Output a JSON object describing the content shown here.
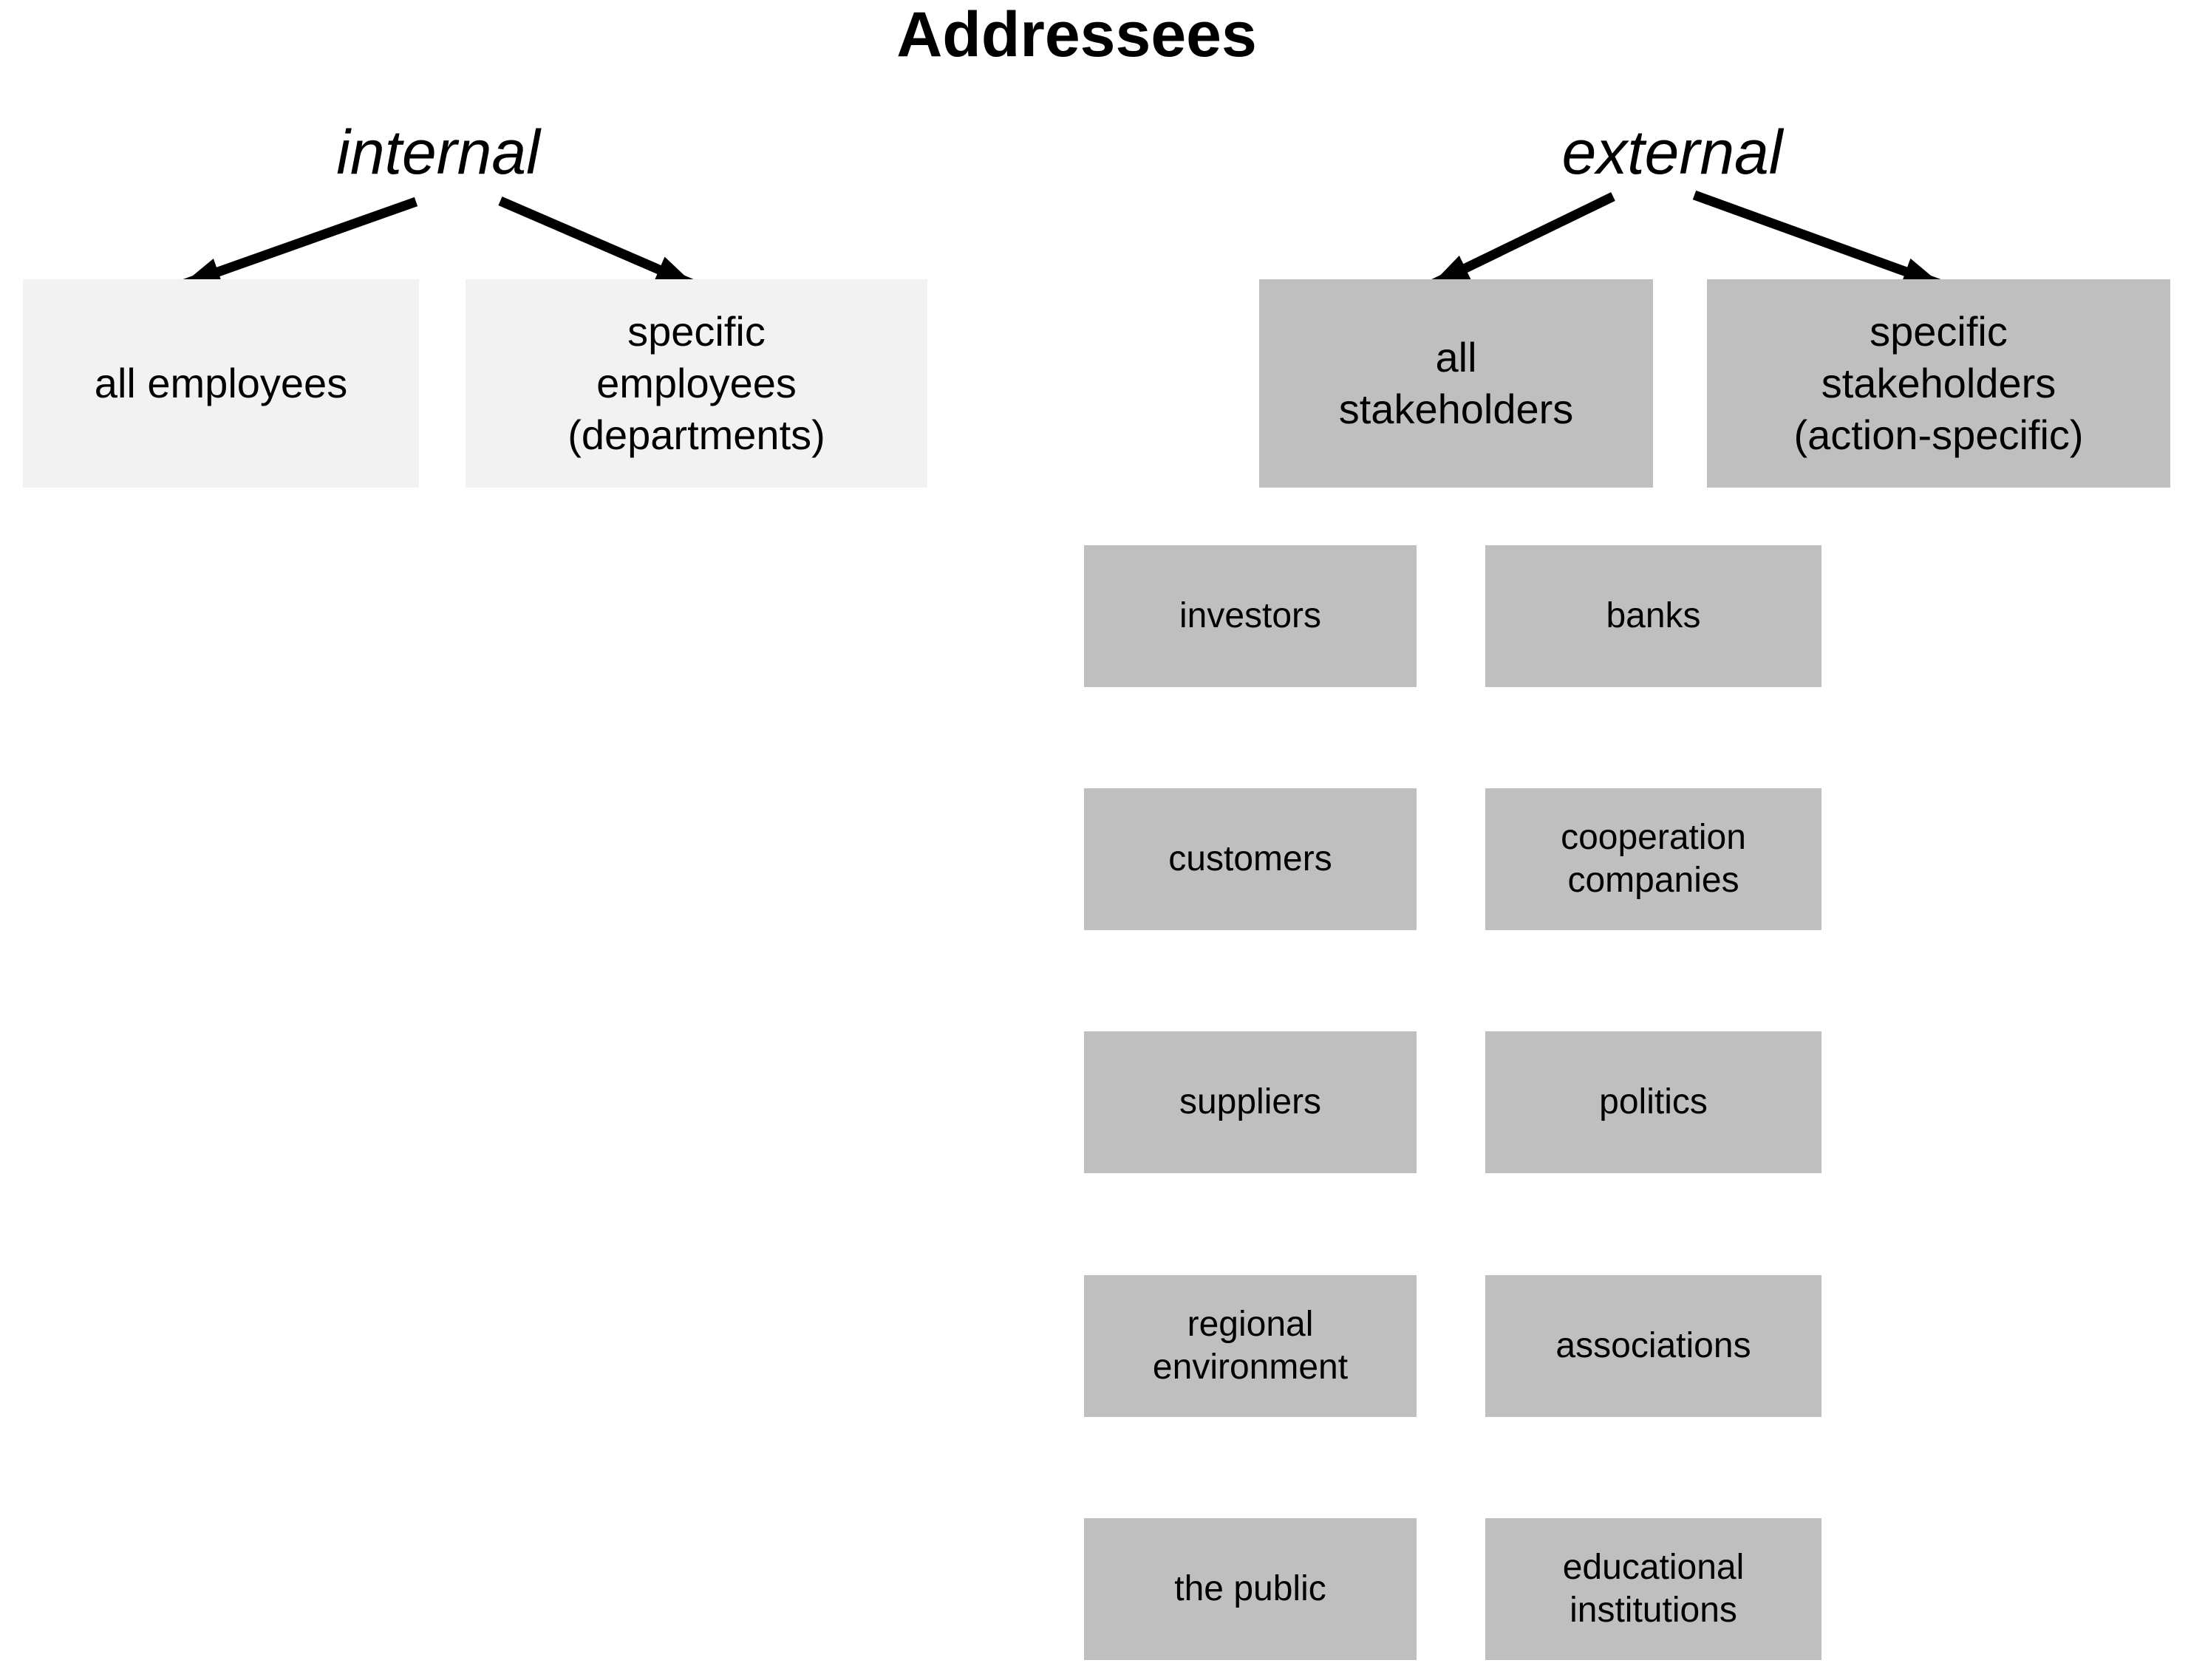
{
  "title": "Addressees",
  "colors": {
    "background": "#ffffff",
    "internal_box_fill": "#f2f2f2",
    "external_box_fill": "#bfbfbf",
    "grid_box_fill": "#bfbfbf",
    "text": "#000000",
    "arrow": "#000000"
  },
  "tree": {
    "internal": {
      "label": "internal",
      "boxes": [
        {
          "lines": [
            "all employees"
          ]
        },
        {
          "lines": [
            "specific",
            "employees",
            "(departments)"
          ]
        }
      ]
    },
    "external": {
      "label": "external",
      "boxes": [
        {
          "lines": [
            "all",
            "stakeholders"
          ]
        },
        {
          "lines": [
            "specific",
            "stakeholders",
            "(action-specific)"
          ]
        }
      ]
    }
  },
  "grid": {
    "rows": [
      {
        "left": {
          "lines": [
            "investors"
          ]
        },
        "right": {
          "lines": [
            "banks"
          ]
        }
      },
      {
        "left": {
          "lines": [
            "customers"
          ]
        },
        "right": {
          "lines": [
            "cooperation",
            "companies"
          ]
        }
      },
      {
        "left": {
          "lines": [
            "suppliers"
          ]
        },
        "right": {
          "lines": [
            "politics"
          ]
        }
      },
      {
        "left": {
          "lines": [
            "regional",
            "environment"
          ]
        },
        "right": {
          "lines": [
            "associations"
          ]
        }
      },
      {
        "left": {
          "lines": [
            "the public"
          ]
        },
        "right": {
          "lines": [
            "educational",
            "institutions"
          ]
        }
      }
    ]
  }
}
